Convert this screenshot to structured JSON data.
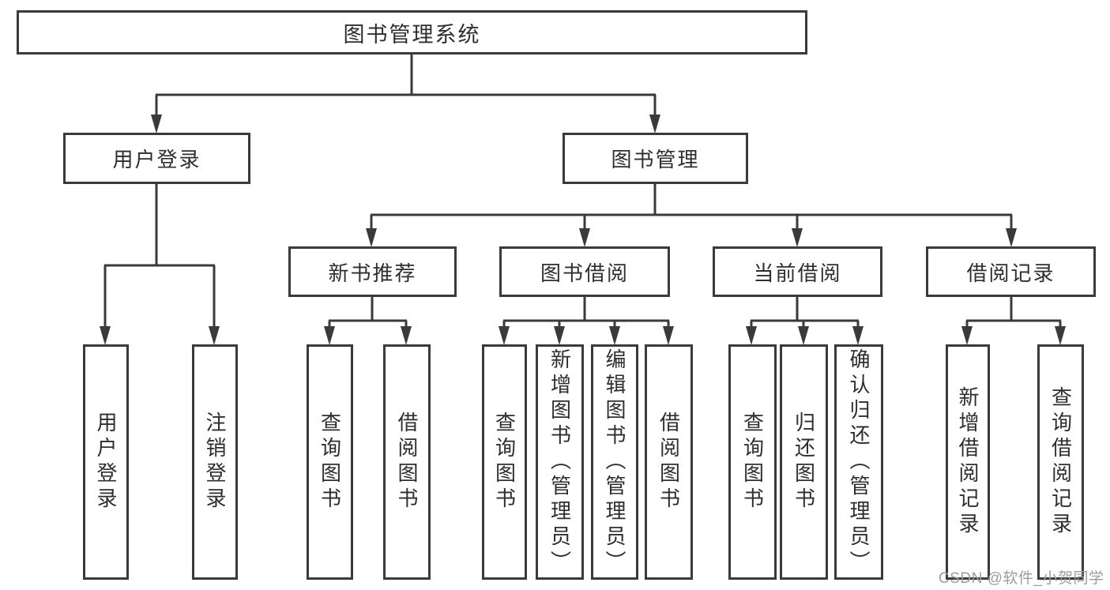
{
  "diagram": {
    "root": {
      "label": "图书管理系统"
    },
    "branches": [
      {
        "label": "用户登录",
        "children": [
          {
            "label": "用户登录"
          },
          {
            "label": "注销登录"
          }
        ]
      },
      {
        "label": "图书管理",
        "children": [
          {
            "label": "新书推荐",
            "children": [
              {
                "label": "查询图书"
              },
              {
                "label": "借阅图书"
              }
            ]
          },
          {
            "label": "图书借阅",
            "children": [
              {
                "label": "查询图书"
              },
              {
                "label": "新增图书（管理员）"
              },
              {
                "label": "编辑图书（管理员）"
              },
              {
                "label": "借阅图书"
              }
            ]
          },
          {
            "label": "当前借阅",
            "children": [
              {
                "label": "查询图书"
              },
              {
                "label": "归还图书"
              },
              {
                "label": "确认归还（管理员）"
              }
            ]
          },
          {
            "label": "借阅记录",
            "children": [
              {
                "label": "新增借阅记录"
              },
              {
                "label": "查询借阅记录"
              }
            ]
          }
        ]
      }
    ],
    "watermark": "CSDN @软件_小贺同学",
    "colors": {
      "line": "#3a3a3a",
      "text": "#2e2e2e",
      "watermark": "#9c9c9c"
    }
  }
}
